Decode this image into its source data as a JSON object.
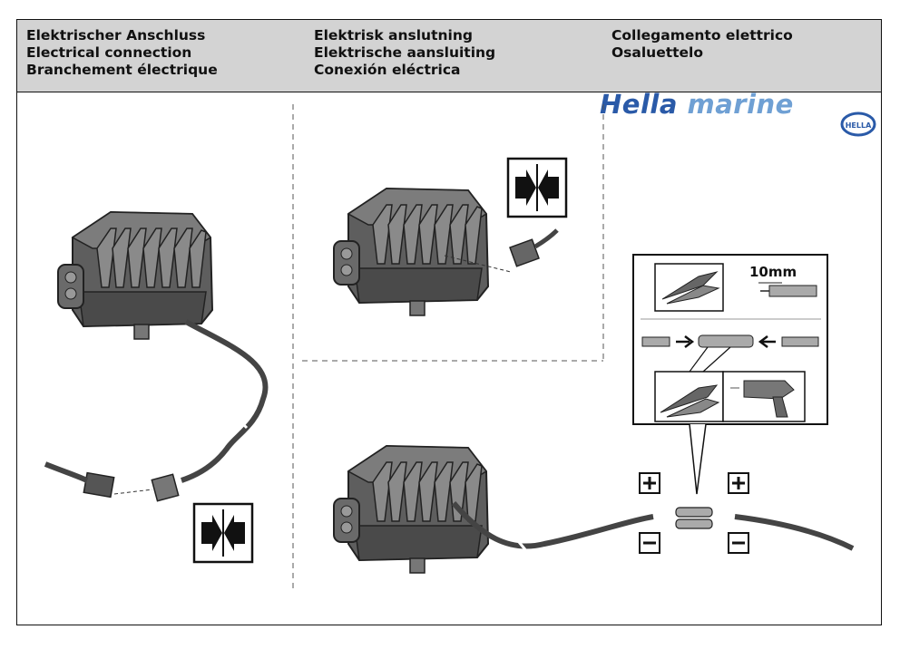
{
  "header": {
    "col1": [
      "Elektrischer Anschluss",
      "Electrical connection",
      "Branchement électrique"
    ],
    "col2": [
      "Elektrisk anslutning",
      "Elektrische aansluiting",
      "Conexión eléctrica"
    ],
    "col3": [
      "Collegamento elettrico",
      "Osaluettelo"
    ]
  },
  "logo": {
    "brand": "Hella",
    "product": "marine",
    "badge": "HELLA"
  },
  "strip_length": "10mm",
  "colors": {
    "header_bg": "#d3d3d3",
    "brand_blue": "#2a5aa8",
    "brand_light_blue": "#6fa0d4"
  },
  "icons": [
    "connector-push-icon",
    "plus-terminal-icon",
    "minus-terminal-icon",
    "crimp-tool-icon",
    "heat-gun-icon",
    "butt-connector-icon",
    "work-lamp-icon"
  ]
}
